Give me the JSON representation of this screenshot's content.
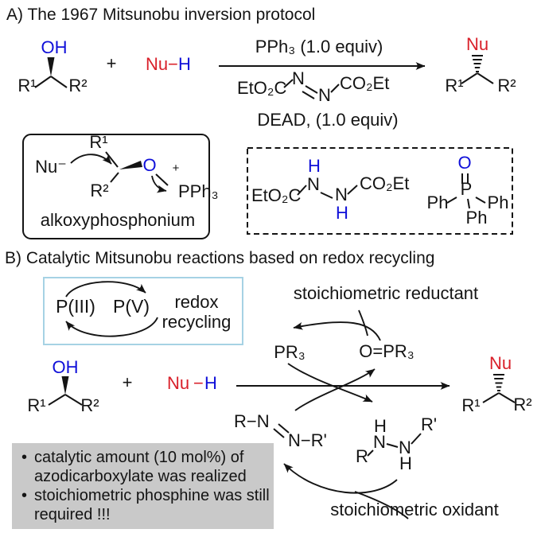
{
  "colors": {
    "ink": "#141414",
    "heteroatom_blue": "#1010d9",
    "nucleophile_red": "#d9202a",
    "cycle_box_border": "#a6d2e4",
    "notes_box_bg": "#c9c9c9",
    "background": "#ffffff"
  },
  "section_a": {
    "title": "A) The 1967 Mitsunobu inversion protocol",
    "arrow_above": "PPh₃ (1.0 equiv)",
    "arrow_below_reagent_label": "DEAD, (1.0 equiv)",
    "intermediate_box_label": "alkoxyphosphonium"
  },
  "section_b": {
    "title": "B) Catalytic Mitsunobu reactions based on redox recycling",
    "cycle_word_1": "redox",
    "cycle_word_2": "recycling",
    "p3": "P(III)",
    "p5": "P(V)",
    "reductant_label": "stoichiometric reductant",
    "oxidant_label": "stoichiometric oxidant",
    "pr3": "PR₃",
    "opr3": "O=PR₃",
    "azo_left": "R−N",
    "azo_right": "N−R'",
    "r": "R",
    "r_prime": "R'"
  },
  "labels": {
    "oh": "OH",
    "r1": "R¹",
    "r2": "R²",
    "plus": "+",
    "nu": "Nu",
    "bond_dash": "−",
    "h": "H",
    "n": "N",
    "o": "O",
    "p": "P",
    "ph": "Ph",
    "eto2c": "EtO₂C",
    "co2et": "CO₂Et",
    "pph3": "PPh₃",
    "nu_anion": "Nu⁻",
    "charge_plus": "+"
  },
  "notes": {
    "bullet": "•",
    "items": [
      "catalytic amount (10 mol%) of azodicarboxylate was realized",
      "stoichiometric phosphine was still required !!!"
    ]
  }
}
